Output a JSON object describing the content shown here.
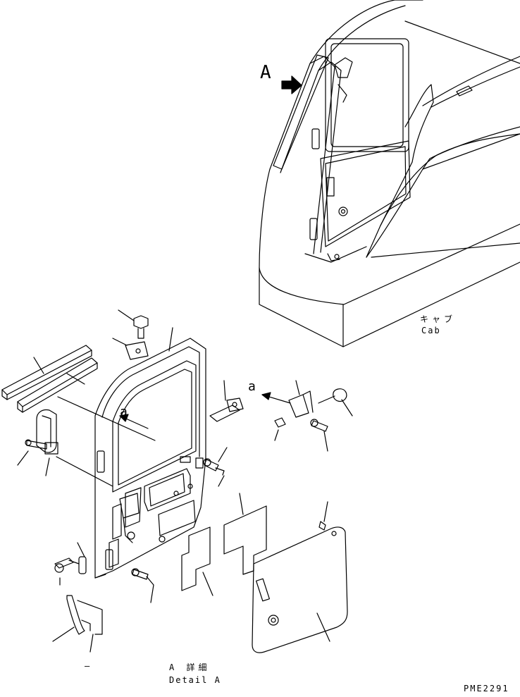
{
  "view_marker": "A",
  "detail_marker": "a",
  "cab_label_jp": "キャブ",
  "cab_label_en": "Cab",
  "detail_title_jp": "A 詳細",
  "detail_title_en": "Detail A",
  "dash": "—",
  "drawing_code": "PME2291",
  "colors": {
    "line": "#000000",
    "background": "#ffffff"
  }
}
